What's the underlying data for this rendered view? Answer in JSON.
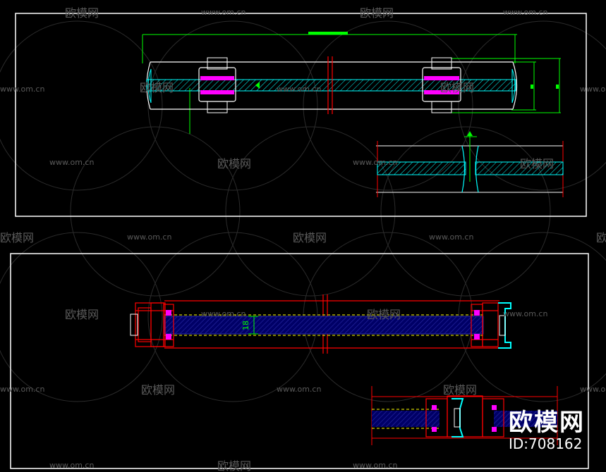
{
  "colors": {
    "background": "#000000",
    "frame": "#ffffff",
    "dimension": "#00ff00",
    "glass": "#00ffff",
    "gasket": "#ff00ff",
    "profile": "#ff0000",
    "infill": "#000080",
    "spacer": "#ffff00",
    "watermark": "#5a5a5a"
  },
  "watermark": {
    "brand": "欧模网",
    "url": "www.om.cn"
  },
  "dimension_text": "18",
  "badge": {
    "name": "欧模网",
    "id": "ID:708162"
  }
}
